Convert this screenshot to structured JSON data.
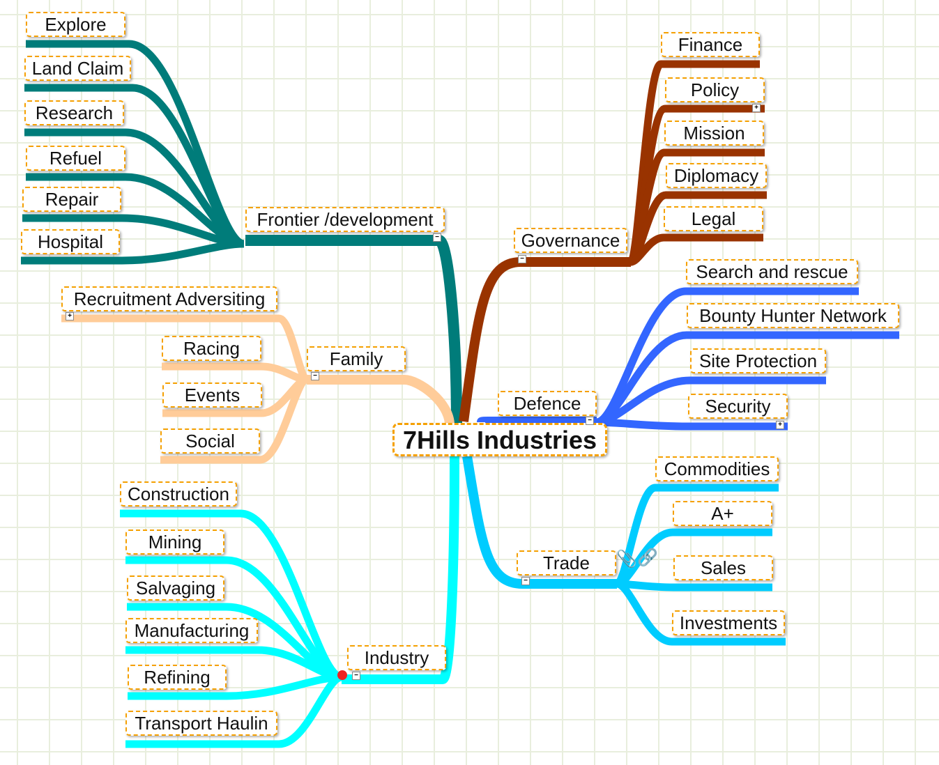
{
  "colors": {
    "frontier": "#007c7a",
    "governance": "#993300",
    "defence": "#3366ff",
    "trade": "#00ccff",
    "industry": "#00ffff",
    "family": "#ffcc99",
    "border": "#f5a000"
  },
  "center": "7Hills Industries",
  "branches": {
    "frontier": {
      "label": "Frontier /development",
      "children": [
        "Explore",
        "Land Claim",
        "Research",
        "Refuel",
        "Repair",
        "Hospital"
      ]
    },
    "family": {
      "label": "Family",
      "children": [
        "Recruitment Adversiting",
        "Racing",
        "Events",
        "Social"
      ]
    },
    "industry": {
      "label": "Industry",
      "children": [
        "Construction",
        "Mining",
        "Salvaging",
        "Manufacturing",
        "Refining",
        "Transport Haulin"
      ]
    },
    "governance": {
      "label": "Governance",
      "children": [
        "Finance",
        "Policy",
        "Mission",
        "Diplomacy",
        "Legal"
      ]
    },
    "defence": {
      "label": "Defence",
      "children": [
        "Search and rescue",
        "Bounty Hunter Network",
        "Site Protection",
        "Security"
      ]
    },
    "trade": {
      "label": "Trade",
      "children": [
        "Commodities",
        "A+",
        "Sales",
        "Investments"
      ]
    }
  },
  "toggles": {
    "collapse": "−",
    "expand": "+"
  },
  "trade_icons": {
    "attachment": "📎",
    "link": "🔗"
  }
}
